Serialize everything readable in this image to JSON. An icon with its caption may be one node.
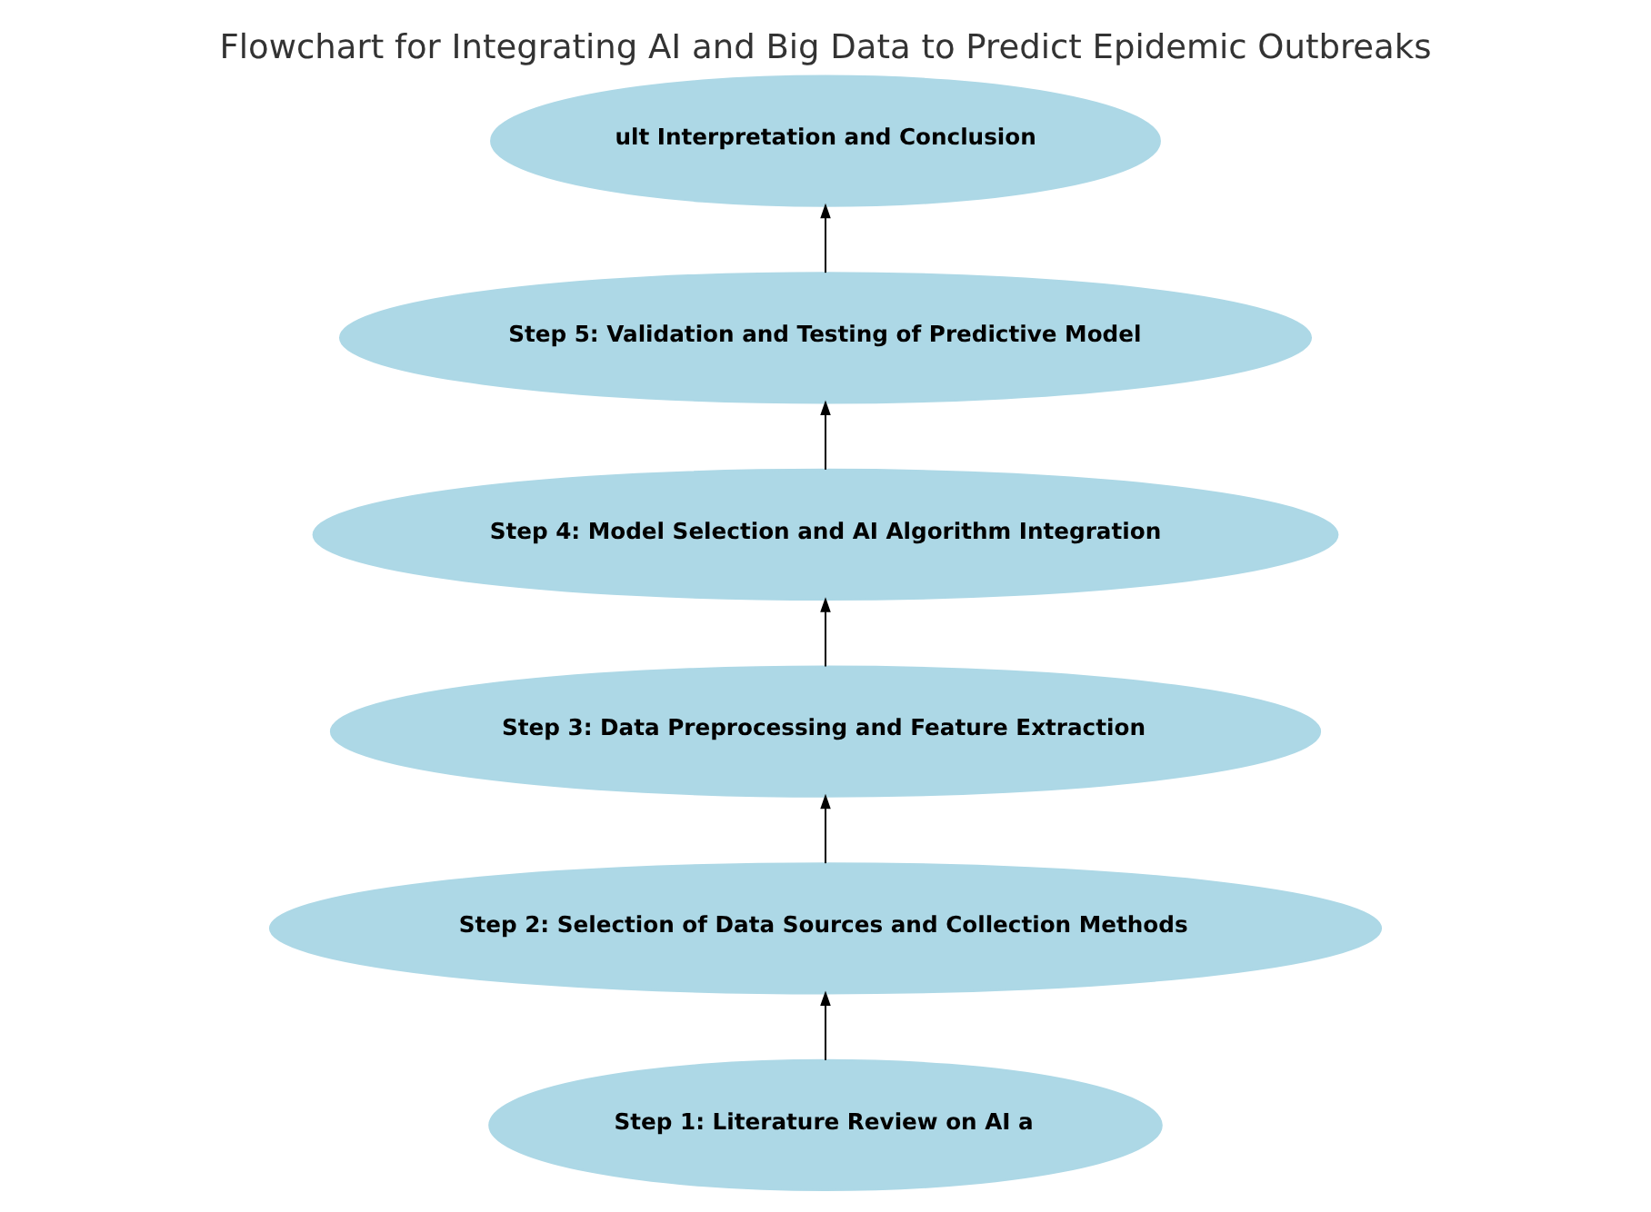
{
  "diagram": {
    "title": "Flowchart for Integrating AI and Big Data to Predict Epidemic Outbreaks",
    "nodes": [
      {
        "text": [
          "Step 1: Literature Review on AI a"
        ]
      },
      {
        "text": [
          "Step 2: Selection of Data Sources and Collection Methods"
        ]
      },
      {
        "text": [
          "Step 3: Data Preprocessing and Feature Extraction"
        ]
      },
      {
        "text": [
          "Step 4: Model Selection and AI Algorithm Integration"
        ]
      },
      {
        "text": [
          "Step 5: Validation and Testing of Predictive Model"
        ]
      },
      {
        "text": [
          "ult Interpretation and Conclusion"
        ]
      }
    ],
    "edges": [
      {
        "from": 0,
        "to": 1,
        "arrow": "to"
      },
      {
        "from": 1,
        "to": 2,
        "arrow": "to"
      },
      {
        "from": 2,
        "to": 3,
        "arrow": "to"
      },
      {
        "from": 3,
        "to": 4,
        "arrow": "to"
      },
      {
        "from": 4,
        "to": 5,
        "arrow": "to"
      }
    ]
  }
}
